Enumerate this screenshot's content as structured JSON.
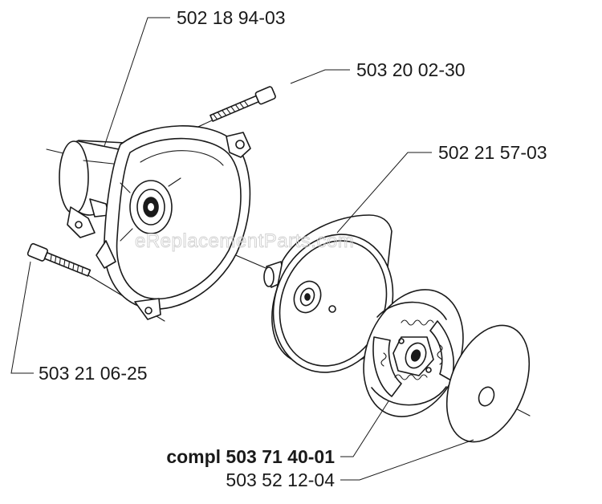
{
  "watermark": "eReplacementParts.com",
  "parts": {
    "housing": "502 18 94-03",
    "screw_top": "503 20 02-30",
    "clutch_drum": "502 21 57-03",
    "screw_left": "503 21 06-25",
    "clutch_assembly": "compl 503 71 40-01",
    "washer": "503 52 12-04"
  }
}
